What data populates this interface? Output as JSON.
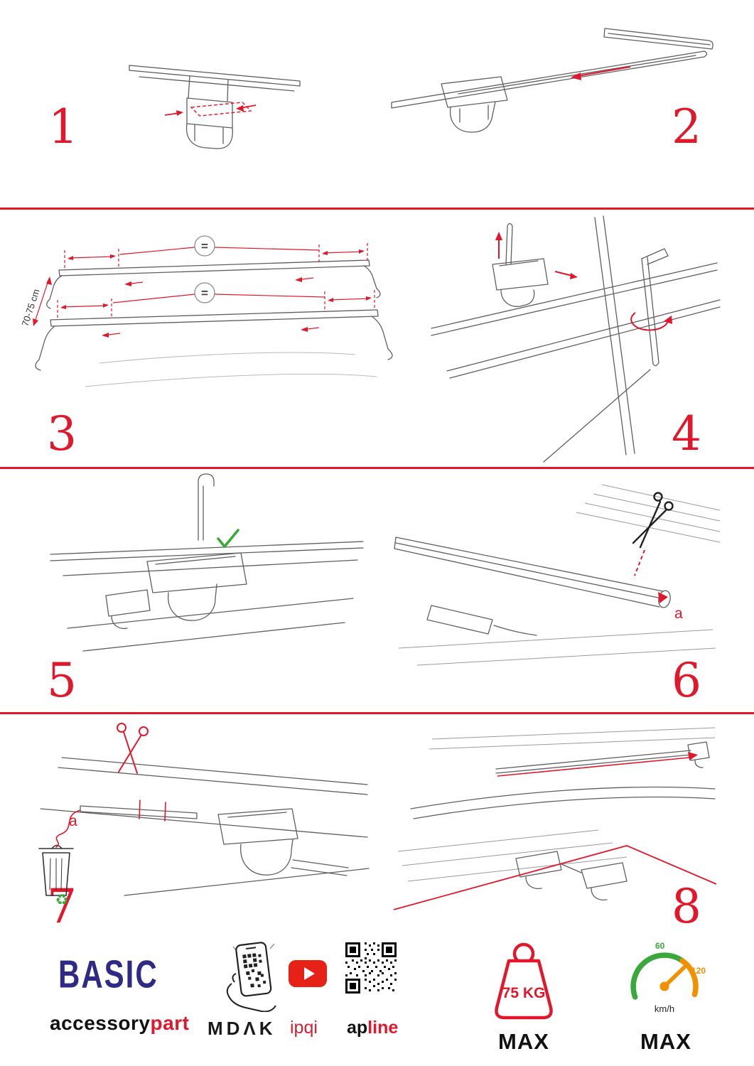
{
  "colors": {
    "accent_red": "#e1182b",
    "brand_blue": "#2e2a86",
    "green": "#3aa83a",
    "orange": "#f29100"
  },
  "steps": [
    {
      "number": "1"
    },
    {
      "number": "2"
    },
    {
      "number": "3"
    },
    {
      "number": "4"
    },
    {
      "number": "5"
    },
    {
      "number": "6"
    },
    {
      "number": "7"
    },
    {
      "number": "8"
    }
  ],
  "annotations": {
    "equals": "=",
    "dimension": "70-75 cm",
    "step6_label": "a",
    "step7_label": "a"
  },
  "icons": {
    "recycle": "♻"
  },
  "footer": {
    "brand": "BASIC",
    "wordmark_black": "accessory",
    "wordmark_red": "part",
    "mdak": "MDΛK",
    "ipqi": "ipqi",
    "apline_black": "ap",
    "apline_red": "line",
    "weight_label": "75 KG",
    "weight_max": "MAX",
    "speed_60": "60",
    "speed_120": "120",
    "speed_unit": "km/h",
    "speed_max": "MAX"
  }
}
